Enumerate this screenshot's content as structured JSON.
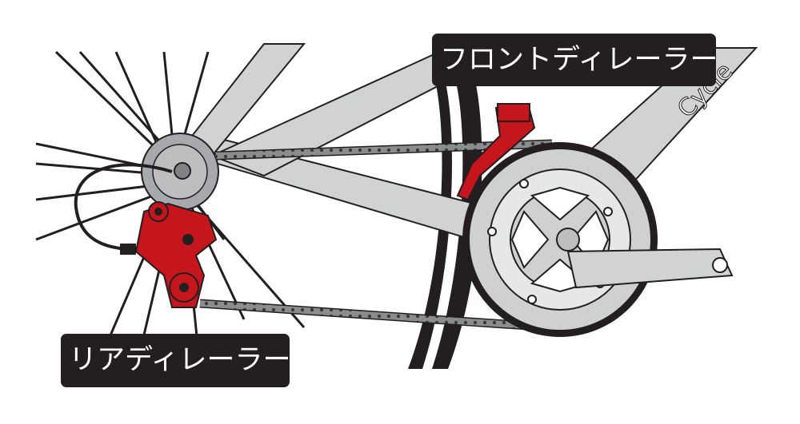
{
  "labels": {
    "front_derailleur": "フロントディレーラー",
    "rear_derailleur": "リアディレーラー"
  },
  "frame_text": "Cycle",
  "colors": {
    "derailleur_red": "#c4161c",
    "frame_gray": "#d1d2d4",
    "outline": "#231f20",
    "chainring": "#cfd0d2",
    "label_bg": "#231f20",
    "label_text": "#ffffff"
  },
  "icons": {
    "front_derailleur": "front-derailleur-illustration",
    "rear_derailleur": "rear-derailleur-illustration",
    "crankset": "chainring-crankset-illustration"
  }
}
